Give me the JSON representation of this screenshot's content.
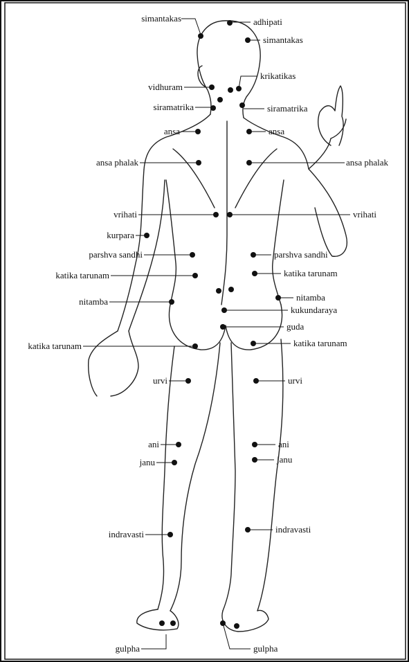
{
  "labels": [
    {
      "id": "simantakas-top-left",
      "text": "simantakas"
    },
    {
      "id": "adhipati",
      "text": "adhipati"
    },
    {
      "id": "simantakas-right",
      "text": "simantakas"
    },
    {
      "id": "krikatikas",
      "text": "krikatikas"
    },
    {
      "id": "vidhuram",
      "text": "vidhuram"
    },
    {
      "id": "siramatrika-left",
      "text": "siramatrika"
    },
    {
      "id": "siramatrika-right",
      "text": "siramatrika"
    },
    {
      "id": "ansa-left",
      "text": "ansa"
    },
    {
      "id": "ansa-right",
      "text": "ansa"
    },
    {
      "id": "ansa-phalak-left",
      "text": "ansa phalak"
    },
    {
      "id": "ansa-phalak-right",
      "text": "ansa phalak"
    },
    {
      "id": "vrihati-left",
      "text": "vrihati"
    },
    {
      "id": "vrihati-right",
      "text": "vrihati"
    },
    {
      "id": "kurpara",
      "text": "kurpara"
    },
    {
      "id": "parshva-sandhi-left",
      "text": "parshva sandhi"
    },
    {
      "id": "parshva-sandhi-right",
      "text": "parshva sandhi"
    },
    {
      "id": "katika-tarunam-left-upper",
      "text": "katika tarunam"
    },
    {
      "id": "katika-tarunam-right-upper",
      "text": "katika tarunam"
    },
    {
      "id": "nitamba-left",
      "text": "nitamba"
    },
    {
      "id": "nitamba-right",
      "text": "nitamba"
    },
    {
      "id": "kukundaraya",
      "text": "kukundaraya"
    },
    {
      "id": "guda",
      "text": "guda"
    },
    {
      "id": "katika-tarunam-left-lower",
      "text": "katika tarunam"
    },
    {
      "id": "katika-tarunam-right-lower",
      "text": "katika tarunam"
    },
    {
      "id": "urvi-left",
      "text": "urvi"
    },
    {
      "id": "urvi-right",
      "text": "urvi"
    },
    {
      "id": "ani-left",
      "text": "ani"
    },
    {
      "id": "ani-right",
      "text": "ani"
    },
    {
      "id": "janu-left",
      "text": "janu"
    },
    {
      "id": "janu-right",
      "text": "janu"
    },
    {
      "id": "indravasti-left",
      "text": "indravasti"
    },
    {
      "id": "indravasti-right",
      "text": "indravasti"
    },
    {
      "id": "gulpha-left",
      "text": "gulpha"
    },
    {
      "id": "gulpha-right",
      "text": "gulpha"
    }
  ],
  "colors": {
    "ink": "#111111",
    "background": "#ffffff",
    "dot": "#111111"
  }
}
